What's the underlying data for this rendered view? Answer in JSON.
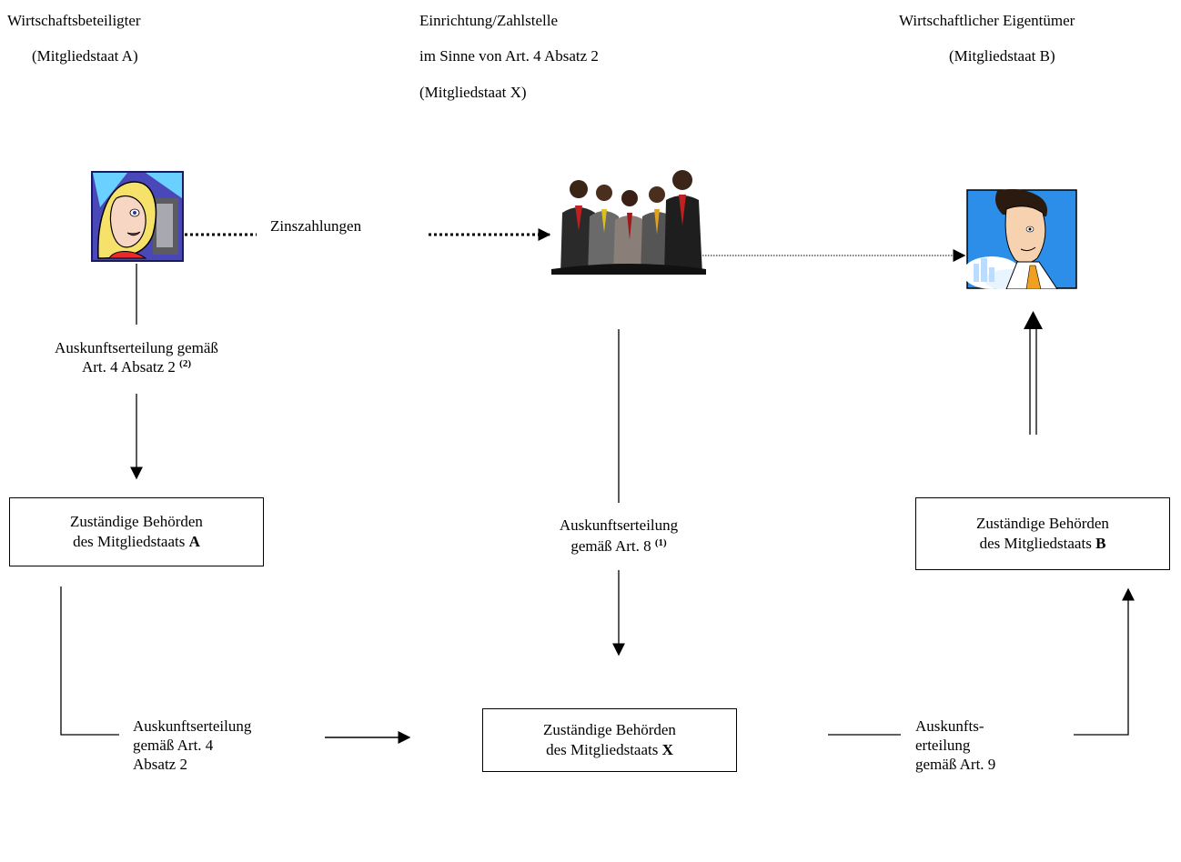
{
  "headers": {
    "left": {
      "line1": "Wirtschaftsbeteiligter",
      "line2": "(Mitgliedstaat A)"
    },
    "middle": {
      "line1": "Einrichtung/Zahlstelle",
      "line2": "im Sinne von Art. 4 Absatz 2",
      "line3": "(Mitgliedstaat X)"
    },
    "right": {
      "line1": "Wirtschaftlicher Eigentümer",
      "line2": "(Mitgliedstaat B)"
    }
  },
  "flow": {
    "interest_label": "Zinszahlungen",
    "left_info": {
      "line1": "Auskunftserteilung gemäß",
      "line2": "Art. 4 Absatz 2",
      "note": "(2)"
    },
    "middle_info": {
      "line1": "Auskunftserteilung",
      "line2": "gemäß Art. 8",
      "note": "(1)"
    },
    "bottom_left_info": {
      "line1": "Auskunftserteilung",
      "line2": "gemäß Art. 4",
      "line3": "Absatz 2"
    },
    "bottom_right_info": {
      "line1": "Auskunfts-",
      "line2": "erteilung",
      "line3": "gemäß Art. 9"
    }
  },
  "boxes": {
    "a": {
      "line1": "Zuständige Behörden",
      "line2_prefix": "des Mitgliedstaats",
      "letter": "A"
    },
    "b": {
      "line1": "Zuständige Behörden",
      "line2_prefix": "des Mitgliedstaats",
      "letter": "B"
    },
    "x": {
      "line1": "Zuständige Behörden",
      "line2_prefix": "des Mitgliedstaats",
      "letter": "X"
    }
  },
  "icons": {
    "economic_operator": "woman-at-computer-icon",
    "paying_agent": "business-people-group-icon",
    "beneficial_owner": "businessman-icon"
  }
}
